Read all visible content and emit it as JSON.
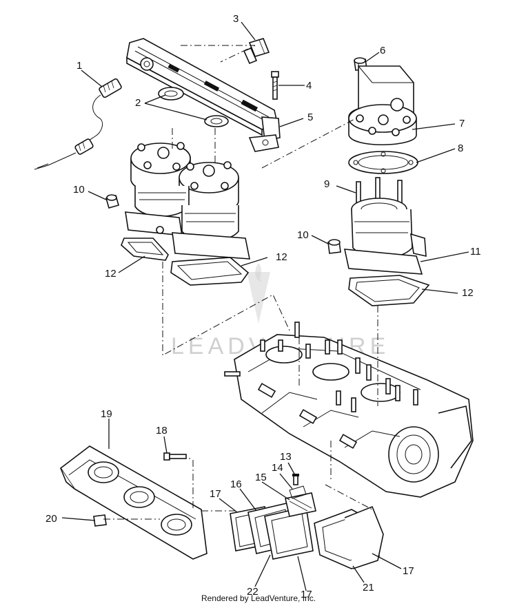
{
  "callouts": {
    "c1": "1",
    "c2": "2",
    "c3": "3",
    "c4": "4",
    "c5": "5",
    "c6": "6",
    "c7": "7",
    "c8": "8",
    "c9": "9",
    "c10a": "10",
    "c10b": "10",
    "c11": "11",
    "c12a": "12",
    "c12b": "12",
    "c12c": "12",
    "c13": "13",
    "c14": "14",
    "c15": "15",
    "c16": "16",
    "c17a": "17",
    "c17b": "17",
    "c17c": "17",
    "c18": "18",
    "c19": "19",
    "c20": "20",
    "c21": "21",
    "c22": "22"
  },
  "watermark": "LEADVENTURE",
  "footer": "Rendered by LeadVenture, Inc."
}
